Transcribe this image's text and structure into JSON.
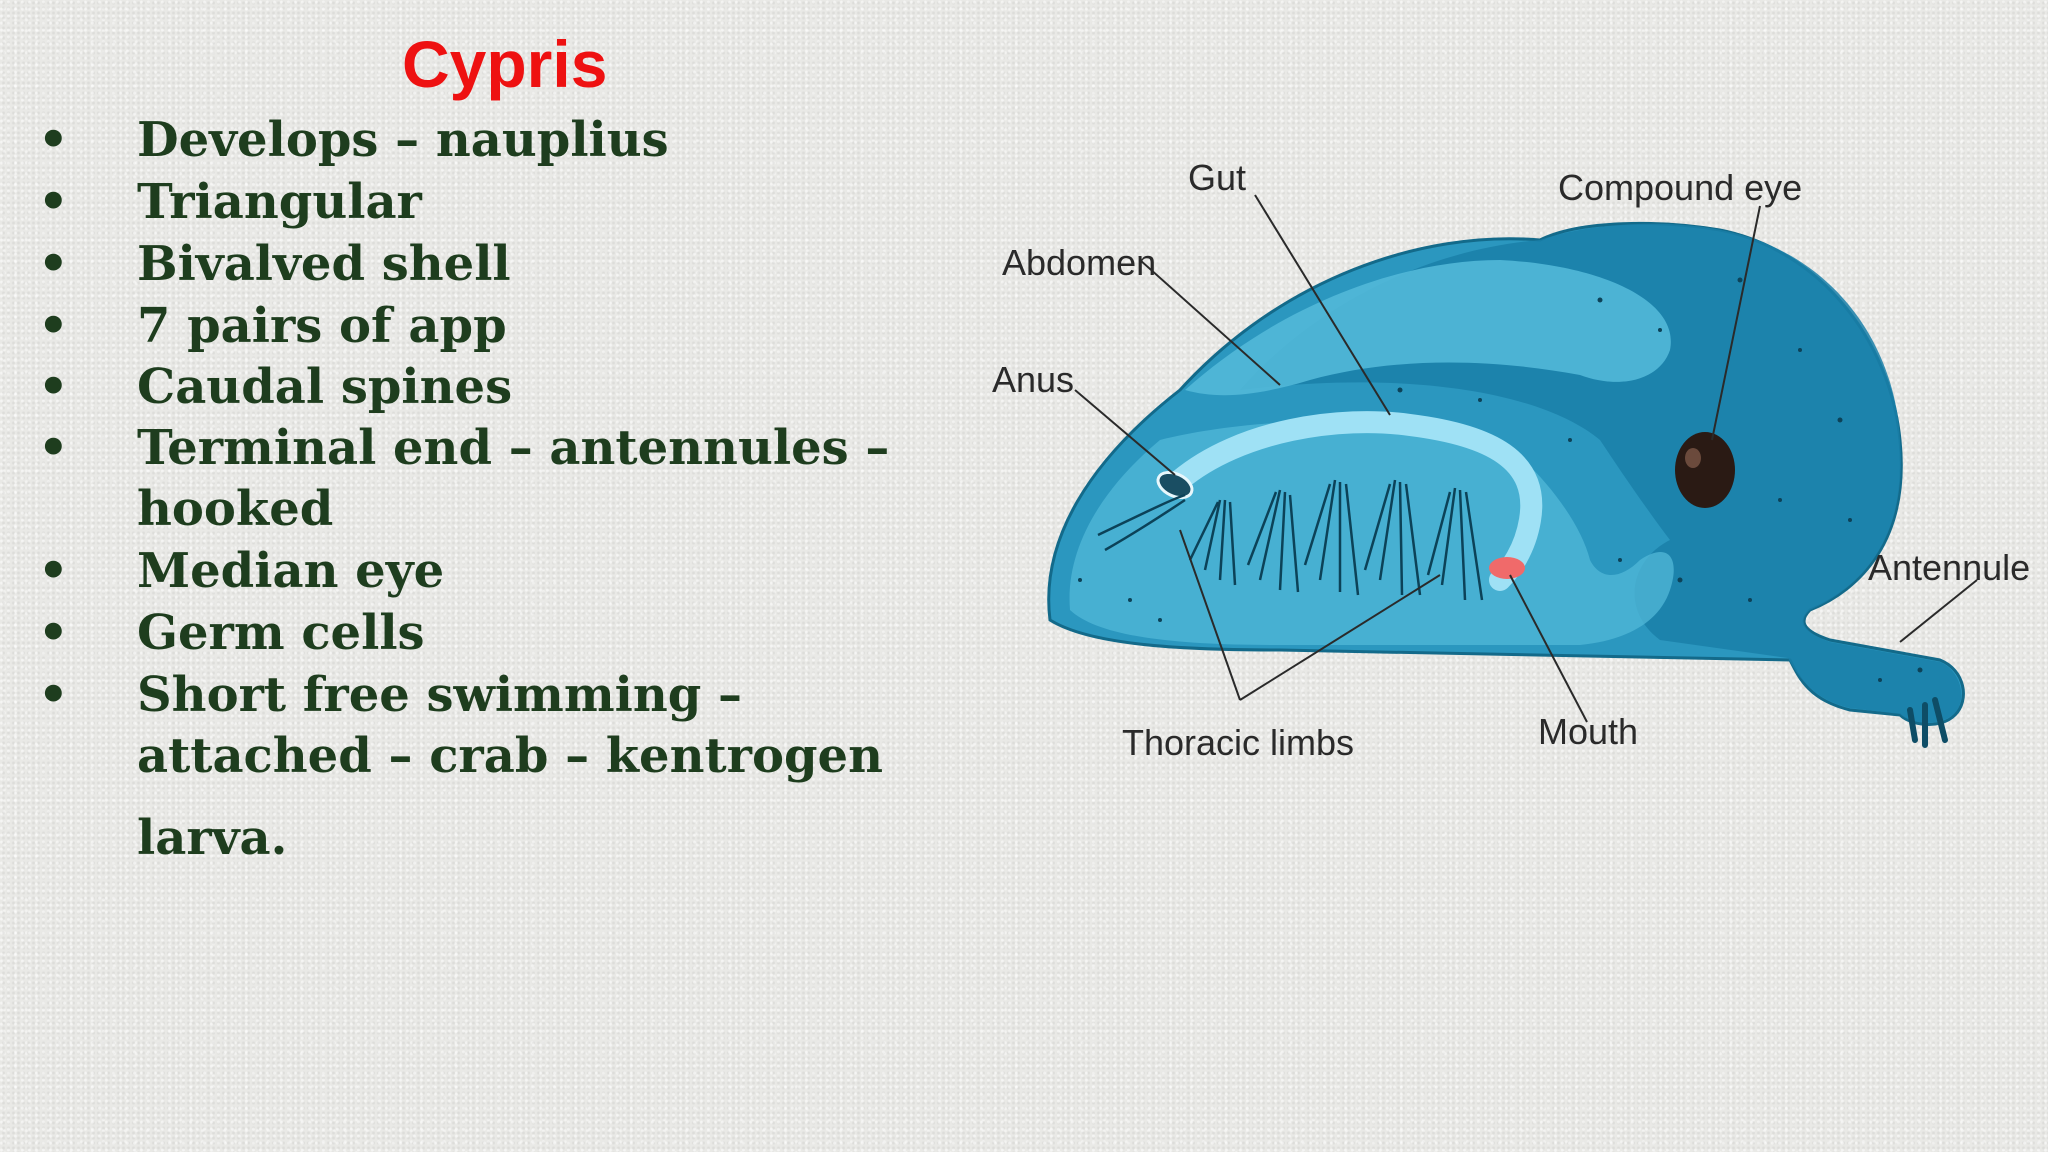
{
  "slide": {
    "title": "Cypris",
    "bullets": [
      {
        "bullet": "•",
        "text": "Develops – nauplius"
      },
      {
        "bullet": "•",
        "text": "Triangular"
      },
      {
        "bullet": "•",
        "text": "Bivalved shell"
      },
      {
        "bullet": "•",
        "text": "7 pairs of app"
      },
      {
        "bullet": "•",
        "text": "Caudal spines"
      },
      {
        "bullet": "•",
        "text": "Terminal end – antennules –\nhooked"
      },
      {
        "bullet": "•",
        "text": "Median eye"
      },
      {
        "bullet": "•",
        "text": "Germ cells"
      },
      {
        "bullet": "•",
        "text": "Short free swimming –\nattached – crab – kentrogen"
      }
    ],
    "tail": "larva."
  },
  "diagram": {
    "labels": {
      "gut": "Gut",
      "compound_eye": "Compound eye",
      "abdomen": "Abdomen",
      "anus": "Anus",
      "antennule": "Antennule",
      "thoracic_limbs": "Thoracic limbs",
      "mouth": "Mouth"
    },
    "colors": {
      "body_dark": "#1a7fa8",
      "body_mid": "#2b97bf",
      "body_light": "#52b8d8",
      "gut": "#9fe1f5",
      "mouth": "#f06a6a",
      "eye": "#2a1a14"
    }
  }
}
